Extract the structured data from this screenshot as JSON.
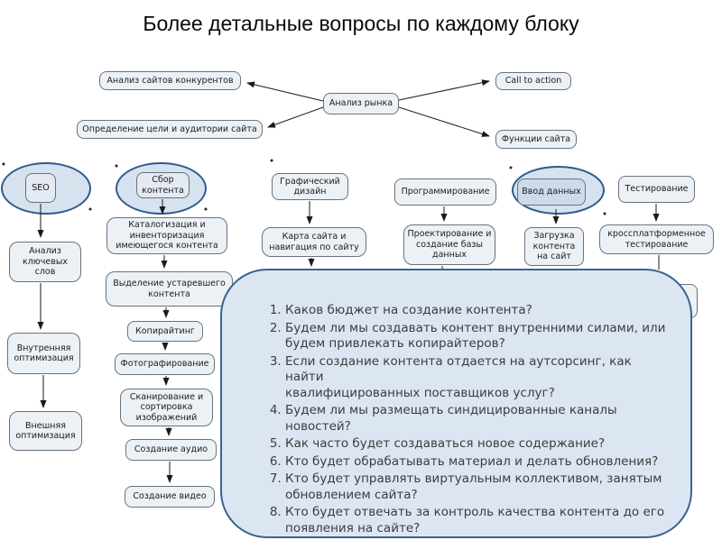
{
  "slide": {
    "title": "Более детальные вопросы по каждому блоку"
  },
  "top_flow": {
    "center": "Анализ рынка",
    "top_left": "Анализ сайтов конкурентов",
    "bottom_left": "Определение цели и аудитории сайта",
    "top_right": "Call to action",
    "bottom_right": "Функции сайта"
  },
  "columns": {
    "seo": {
      "header": "SEO",
      "steps": [
        "Анализ ключевых слов",
        "Внутренняя оптимизация",
        "Внешняя оптимизация"
      ]
    },
    "content": {
      "header": "Сбор контента",
      "steps": [
        "Каталогизация и инвенторизация имеющегося контента",
        "Выделение устаревшего контента",
        "Копирайтинг",
        "Фотографирование",
        "Сканирование и сортировка изображений",
        "Создание аудио",
        "Создание видео"
      ]
    },
    "design": {
      "header": "Графический дизайн",
      "steps": [
        "Карта сайта и навигация по сайту"
      ]
    },
    "programming": {
      "header": "Программирование",
      "steps": [
        "Проектирование и создание базы данных"
      ]
    },
    "data_entry": {
      "header": "Ввод данных",
      "steps": [
        "Загрузка контента на сайт"
      ]
    },
    "testing": {
      "header": "Тестирование",
      "steps": [
        "кроссплатформенное тестирование"
      ]
    }
  },
  "callout": {
    "questions": [
      "Каков бюджет на создание контента?",
      "Будем ли мы создавать контент внутренними силами, или\nбудем привлекать копирайтеров?",
      "Если создание контента отдается на аутсорсинг, как найти\nквалифицированных поставщиков услуг?",
      "Будем ли мы размещать синдицированные каналы\nновостей?",
      "Как часто будет создаваться новое содержание?",
      "Кто будет обрабатывать материал и делать обновления?",
      "Кто будет управлять виртуальным коллективом, занятым\nобновлением сайта?",
      "Кто будет отвечать за контроль качества контента до его\nпоявления на сайте?"
    ]
  },
  "colors": {
    "ellipse_stroke": "#2e5b8e",
    "ellipse_fill": "#d7e2ef",
    "callout_fill": "#dce6f2",
    "callout_stroke": "#3a6292",
    "box_fill": "#ecf1f6",
    "box_stroke": "#68727e",
    "arrow": "#1a1a1a"
  }
}
